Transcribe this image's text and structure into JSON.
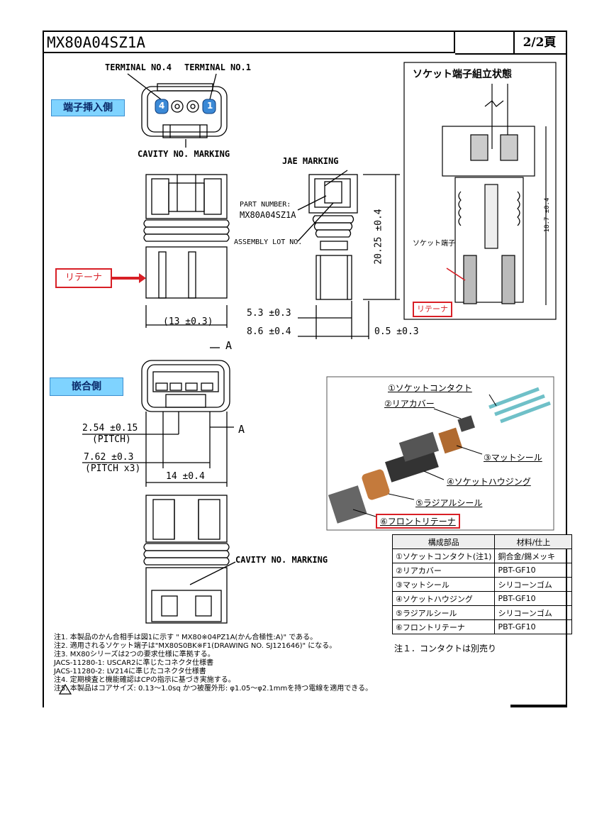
{
  "header": {
    "title": "MX80A04SZ1A",
    "page": "2/2頁"
  },
  "top_view": {
    "terminal_4": "TERMINAL NO.4",
    "terminal_1": "TERMINAL NO.1",
    "cavity_marking": "CAVITY NO. MARKING",
    "side_label": "端子挿入側",
    "cav_4": "4",
    "cav_1": "1"
  },
  "side_view": {
    "jae_marking": "JAE MARKING",
    "part_number_label": "PART NUMBER:",
    "part_number_value": "MX80A04SZ1A",
    "assembly_lot": "ASSEMBLY LOT NO.",
    "retainer_label": "リテーナ",
    "dim_13": "(13 ±0.3)",
    "dim_53": "5.3 ±0.3",
    "dim_86": "8.6 ±0.4",
    "dim_05": "0.5 ±0.3",
    "dim_2025": "20.25 ±0.4"
  },
  "section_view": {
    "title": "ソケット端子組立状態",
    "socket_terminal": "ソケット端子",
    "retainer_label": "リテーナ",
    "dim_187": "18.7 ±0.4"
  },
  "mating_view": {
    "side_label": "嵌合側",
    "section_mark_a": "A",
    "section_mark_a2": "A",
    "pitch_value": "2.54 ±0.15",
    "pitch_label": "(PITCH)",
    "pitch3_value": "7.62 ±0.3",
    "pitch3_label": "(PITCH x3)",
    "dim_14": "14 ±0.4",
    "cavity_marking": "CAVITY NO. MARKING"
  },
  "exploded": {
    "c1": "①ソケットコンタクト",
    "c2": "②リアカバー",
    "c3": "③マットシール",
    "c4": "④ソケットハウジング",
    "c5": "⑤ラジアルシール",
    "c6": "⑥フロントリテーナ"
  },
  "parts_table": {
    "headers": [
      "構成部品",
      "材料/仕上"
    ],
    "rows": [
      [
        "①ソケットコンタクト(注1)",
        "銅合金/錫メッキ"
      ],
      [
        "②リアカバー",
        "PBT-GF10"
      ],
      [
        "③マットシール",
        "シリコーンゴム"
      ],
      [
        "④ソケットハウジング",
        "PBT-GF10"
      ],
      [
        "⑤ラジアルシール",
        "シリコーンゴム"
      ],
      [
        "⑥フロントリテーナ",
        "PBT-GF10"
      ]
    ],
    "footnote": "注１．コンタクトは別売り"
  },
  "notes": [
    "注1.  本製品のかん合相手は図1に示す \" MX80※04PZ1A(かん合極性:A)\" である。",
    "注2.  適用されるソケット端子は\"MX80S0BK※F1(DRAWING NO. SJ121646)\" になる。",
    "注3.  MX80シリーズは2つの要求仕様に準拠する。",
    "          JACS-11280-1: USCAR2に準じたコネクタ仕様書",
    "          JACS-11280-2: LV214に準じたコネクタ仕様書",
    "注4.  定期検査と機能確認はCPの指示に基づき実施する。",
    "注5.  本製品はコアサイズ: 0.13〜1.0sq かつ被覆外形: φ1.05〜φ2.1mmを持つ電線を適用できる。"
  ],
  "colors": {
    "accent_blue": "#7fd3ff",
    "accent_red": "#d81f26"
  }
}
